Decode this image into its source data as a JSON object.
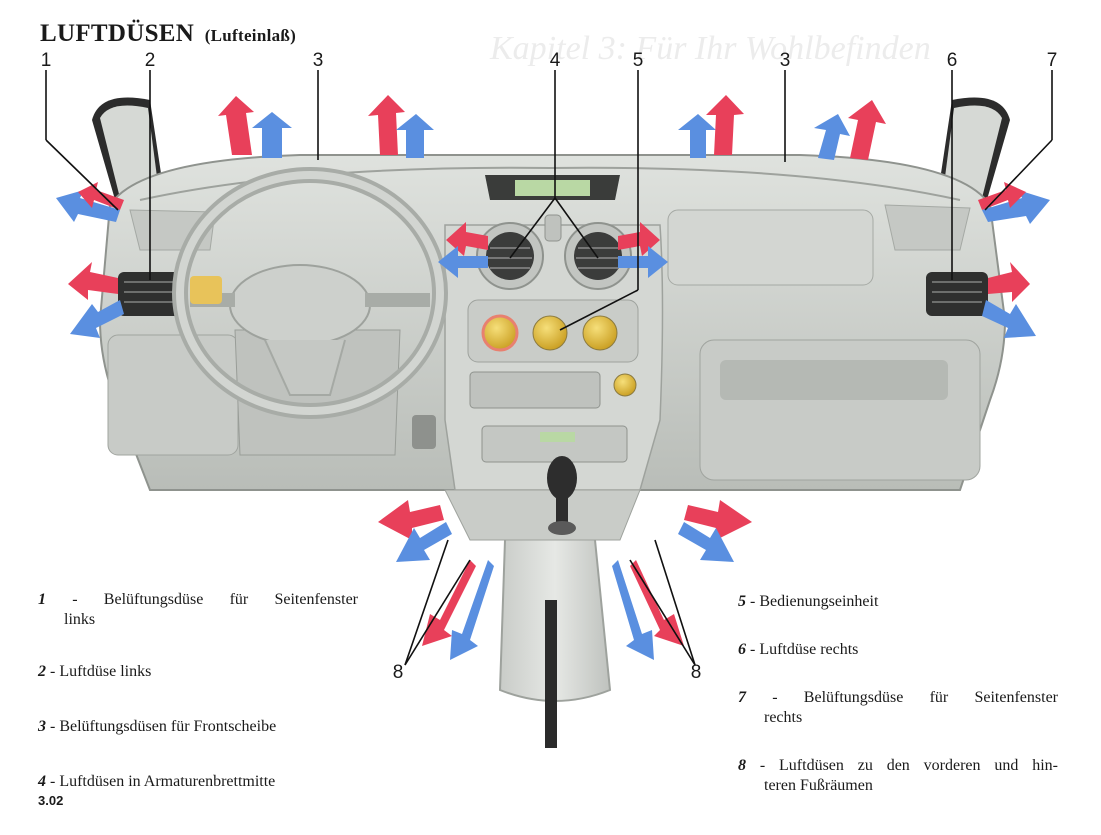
{
  "watermark": "Kapitel 3: Für Ihr Wohlbefinden",
  "title": {
    "main": "LUFTDÜSEN",
    "sub": "(Lufteinlaß)"
  },
  "callouts": [
    "1",
    "2",
    "3",
    "4",
    "5",
    "3",
    "6",
    "7",
    "8",
    "8"
  ],
  "legend": [
    {
      "num": "1",
      "line1": "Belüftungsdüse für Seitenfenster",
      "line2": "links"
    },
    {
      "num": "2",
      "line1": "Luftdüse links",
      "line2": ""
    },
    {
      "num": "3",
      "line1": "Belüftungsdüsen für Frontscheibe",
      "line2": ""
    },
    {
      "num": "4",
      "line1": "Luftdüsen in Armaturenbrettmitte",
      "line2": ""
    },
    {
      "num": "5",
      "line1": "Bedienungseinheit",
      "line2": ""
    },
    {
      "num": "6",
      "line1": "Luftdüse rechts",
      "line2": ""
    },
    {
      "num": "7",
      "line1": "Belüftungsdüse für Seitenfenster",
      "line2": "rechts"
    },
    {
      "num": "8",
      "line1": "Luftdüsen zu den vorderen und hin-",
      "line2": "teren Fußräumen"
    }
  ],
  "page_number": "3.02",
  "colors": {
    "warm_arrow": "#e8405a",
    "cold_arrow": "#5a8fe0",
    "dash": "#cdd0cc",
    "dash_dark": "#a9ada8"
  }
}
